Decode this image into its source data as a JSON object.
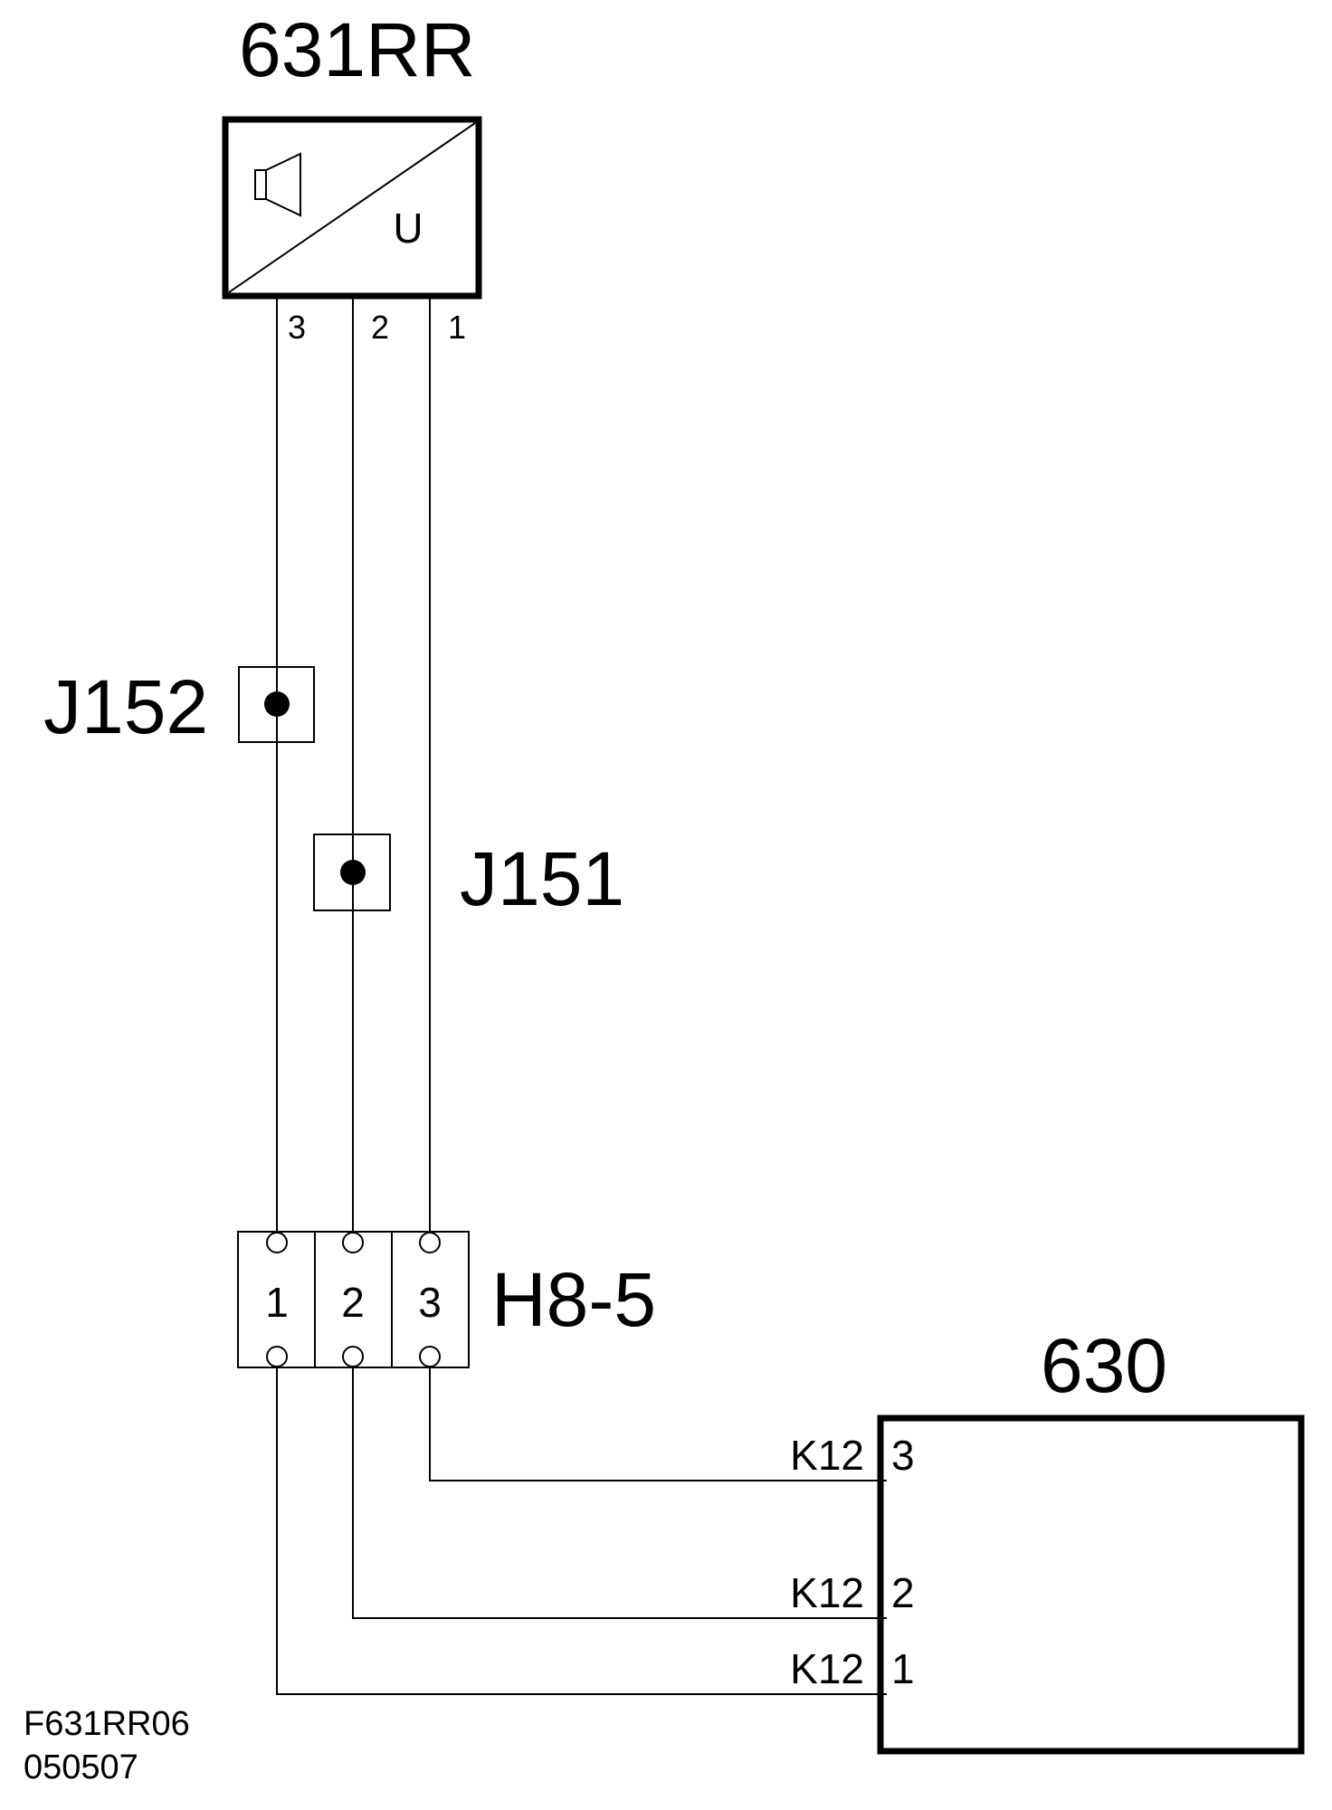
{
  "components": {
    "speaker_unit": {
      "name": "631RR",
      "inner_label": "U",
      "pins": [
        "3",
        "2",
        "1"
      ]
    },
    "splice_j152": {
      "name": "J152"
    },
    "splice_j151": {
      "name": "J151"
    },
    "connector_h8_5": {
      "name": "H8-5",
      "pins": [
        "1",
        "2",
        "3"
      ]
    },
    "module_630": {
      "name": "630",
      "pins": [
        {
          "connector": "K12",
          "pin": "3"
        },
        {
          "connector": "K12",
          "pin": "2"
        },
        {
          "connector": "K12",
          "pin": "1"
        }
      ]
    }
  },
  "footer": {
    "drawing_id": "F631RR06",
    "date": "050507"
  }
}
